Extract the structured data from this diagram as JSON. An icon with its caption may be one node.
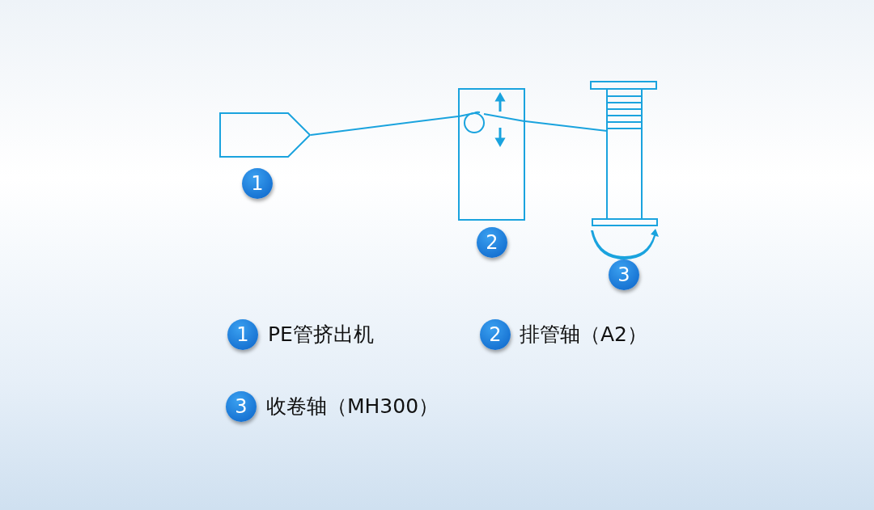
{
  "diagram": {
    "nodes": [
      {
        "text": [],
        "shape": "box",
        "beside": [
          "1"
        ]
      },
      {
        "text": [],
        "shape": "box",
        "beside": [
          "2"
        ]
      },
      {
        "text": [],
        "shape": "spool",
        "beside": [
          "3"
        ]
      }
    ],
    "edges": [
      {
        "from": 0,
        "to": 1,
        "arrow": "none"
      },
      {
        "from": 1,
        "to": 2,
        "arrow": "none"
      }
    ],
    "labels": [
      "1",
      "PE管挤出机",
      "2",
      "排管轴（A2）",
      "3",
      "收卷轴（MH300）"
    ]
  }
}
